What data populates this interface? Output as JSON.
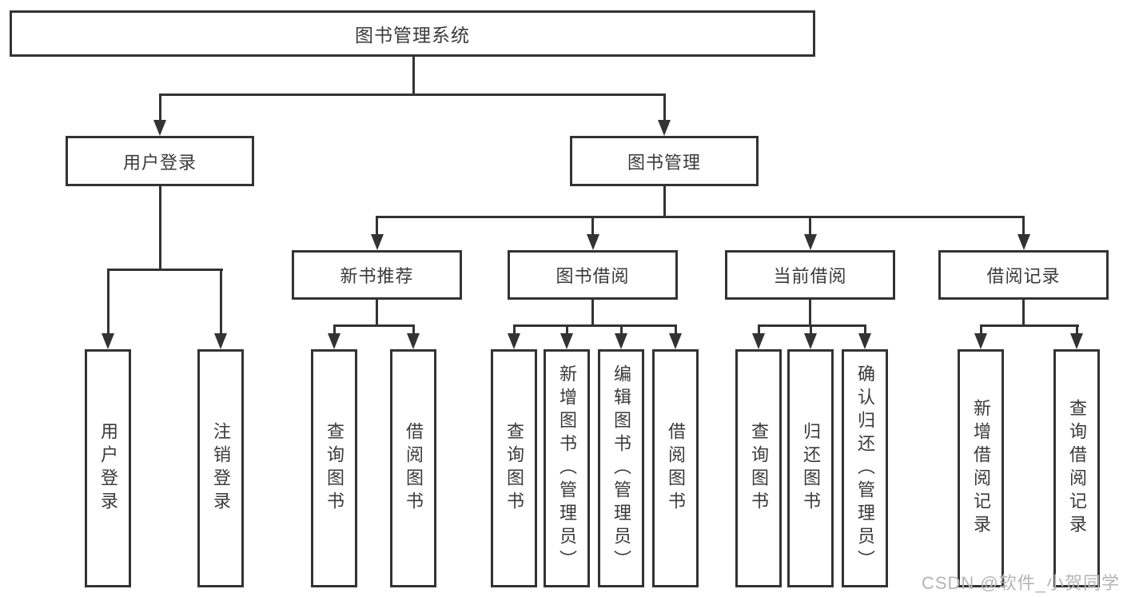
{
  "diagram": {
    "title": "图书管理系统",
    "root": {
      "label": "图书管理系统"
    },
    "level2": [
      {
        "label": "用户登录"
      },
      {
        "label": "图书管理"
      }
    ],
    "level3": [
      {
        "label": "新书推荐"
      },
      {
        "label": "图书借阅"
      },
      {
        "label": "当前借阅"
      },
      {
        "label": "借阅记录"
      }
    ],
    "leaves": {
      "user_login": [
        {
          "label": "用户登录"
        },
        {
          "label": "注销登录"
        }
      ],
      "new_books": [
        {
          "label": "查询图书"
        },
        {
          "label": "借阅图书"
        }
      ],
      "book_borrow": [
        {
          "label": "查询图书"
        },
        {
          "label": "新增图书（管理员）"
        },
        {
          "label": "编辑图书（管理员）"
        },
        {
          "label": "借阅图书"
        }
      ],
      "current_borrow": [
        {
          "label": "查询图书"
        },
        {
          "label": "归还图书"
        },
        {
          "label": "确认归还（管理员）"
        }
      ],
      "borrow_records": [
        {
          "label": "新增借阅记录"
        },
        {
          "label": "查询借阅记录"
        }
      ]
    },
    "colors": {
      "line": "#333333",
      "text": "#3a3a3a",
      "background": "#ffffff",
      "watermark": "#b5b5b5"
    }
  },
  "watermark": {
    "text": "CSDN @软件_小贺同学"
  }
}
